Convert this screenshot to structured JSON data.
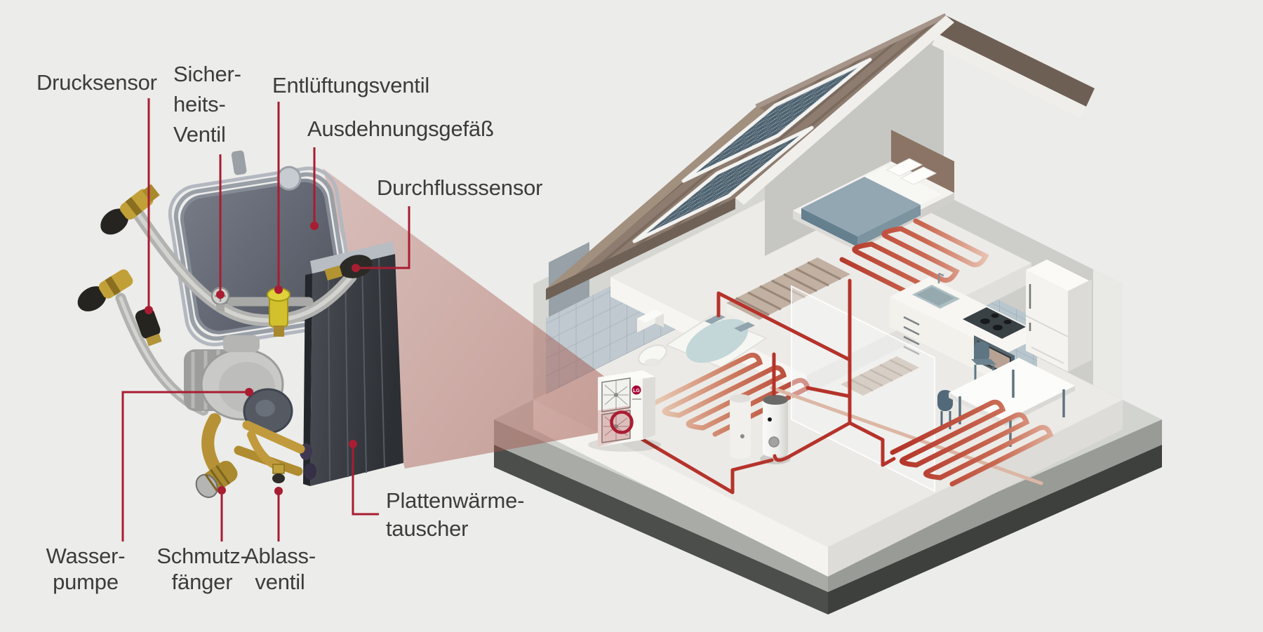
{
  "scene": {
    "description": "Heat pump hydraulic unit cutaway with German component labels, projected into an isometric house with underfloor heating",
    "background": "#ececea",
    "labels": {
      "drucksensor": "Drucksensor",
      "sicherheitsventil_l1": "Sicher-",
      "sicherheitsventil_l2": "heits-",
      "sicherheitsventil_l3": "Ventil",
      "entlueftungsventil": "Entlüftungsventil",
      "ausdehnungsgefaess": "Ausdehnungsgefäß",
      "durchflusssensor": "Durchflusssensor",
      "plattenwaermetauscher_l1": "Plattenwärme-",
      "plattenwaermetauscher_l2": "tauscher",
      "wasserpumpe_l1": "Wasser-",
      "wasserpumpe_l2": "pumpe",
      "schmutzfaenger_l1": "Schmutz-",
      "schmutzfaenger_l2": "fänger",
      "ablassventil_l1": "Ablass-",
      "ablassventil_l2": "ventil"
    },
    "lg_unit": {
      "logo": "LG"
    },
    "colors": {
      "label_text": "#3c3c3b",
      "leader_red": "#a81d31",
      "pipe_red": "#b5332b",
      "coil_red": "#b23227",
      "coil_faded": "#e2c3ae",
      "lg_logo_red": "#a50034",
      "beam_pink": "#ae5e54",
      "roof_brown": "#8d7c6f",
      "solar_panel_blue": "#4d6270",
      "background": "#ececea"
    }
  }
}
